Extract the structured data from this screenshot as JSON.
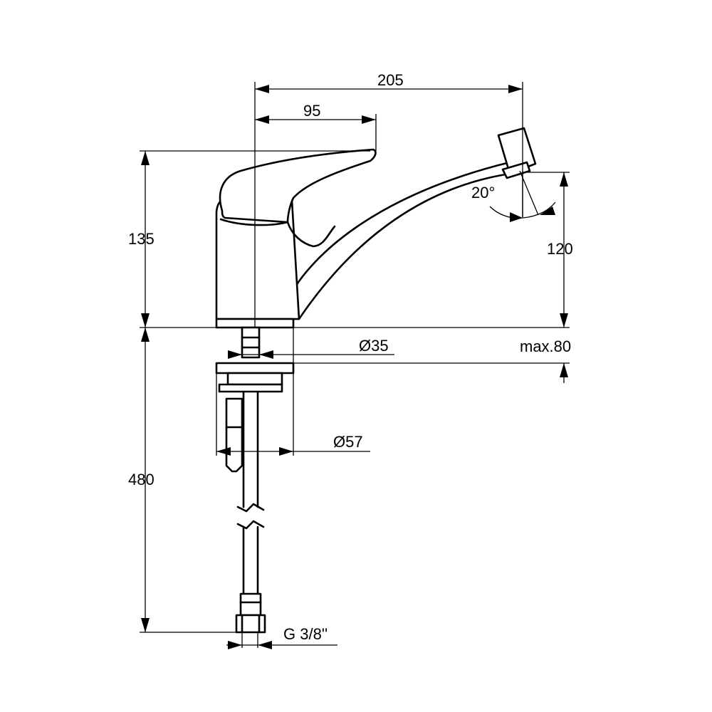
{
  "dimensions": {
    "overall_reach": "205",
    "lever_reach": "95",
    "body_height": "135",
    "spout_height": "120",
    "swivel_angle": "20°",
    "base_diameter": "Ø35",
    "max_counter_thickness": "max.80",
    "flange_diameter": "Ø57",
    "hose_length": "480",
    "hose_connection": "G 3/8''"
  },
  "colors": {
    "line": "#000000",
    "background": "#ffffff"
  }
}
